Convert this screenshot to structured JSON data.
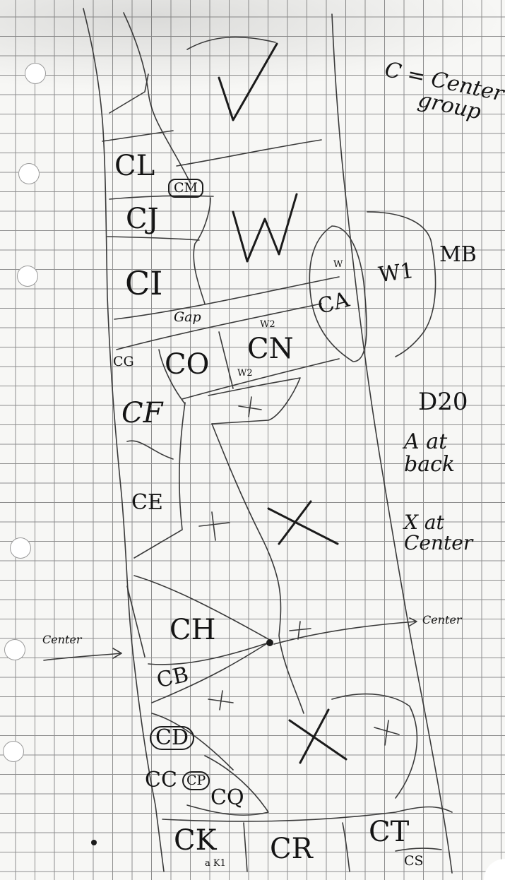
{
  "legend": {
    "line1": "C = Center",
    "line2": "group"
  },
  "side_notes": {
    "mb": "MB",
    "d20": "D20",
    "a_at_back_1": "A at",
    "a_at_back_2": "back",
    "x_at_center_1": "X at",
    "x_at_center_2": "Center"
  },
  "arrows": {
    "left": "Center",
    "right": "Center"
  },
  "gap": "Gap",
  "regions": {
    "V": "V",
    "W": "W",
    "W1": "W1",
    "CL": "CL",
    "CM": "CM",
    "CJ": "CJ",
    "CI": "CI",
    "CA": "CA",
    "CN": "CN",
    "CN_w_top": "W2",
    "CN_w_bottom": "W2",
    "CG": "CG",
    "CO": "CO",
    "CF": "CF",
    "CE": "CE",
    "CH": "CH",
    "CB": "CB",
    "CD": "CD",
    "CC": "CC",
    "CP": "CP",
    "CQ": "CQ",
    "CK": "CK",
    "CK_sub": "a K1",
    "CR": "CR",
    "CT": "CT",
    "CS": "CS",
    "W_small": "W"
  },
  "marks": {
    "x": "X",
    "plus": "+"
  }
}
